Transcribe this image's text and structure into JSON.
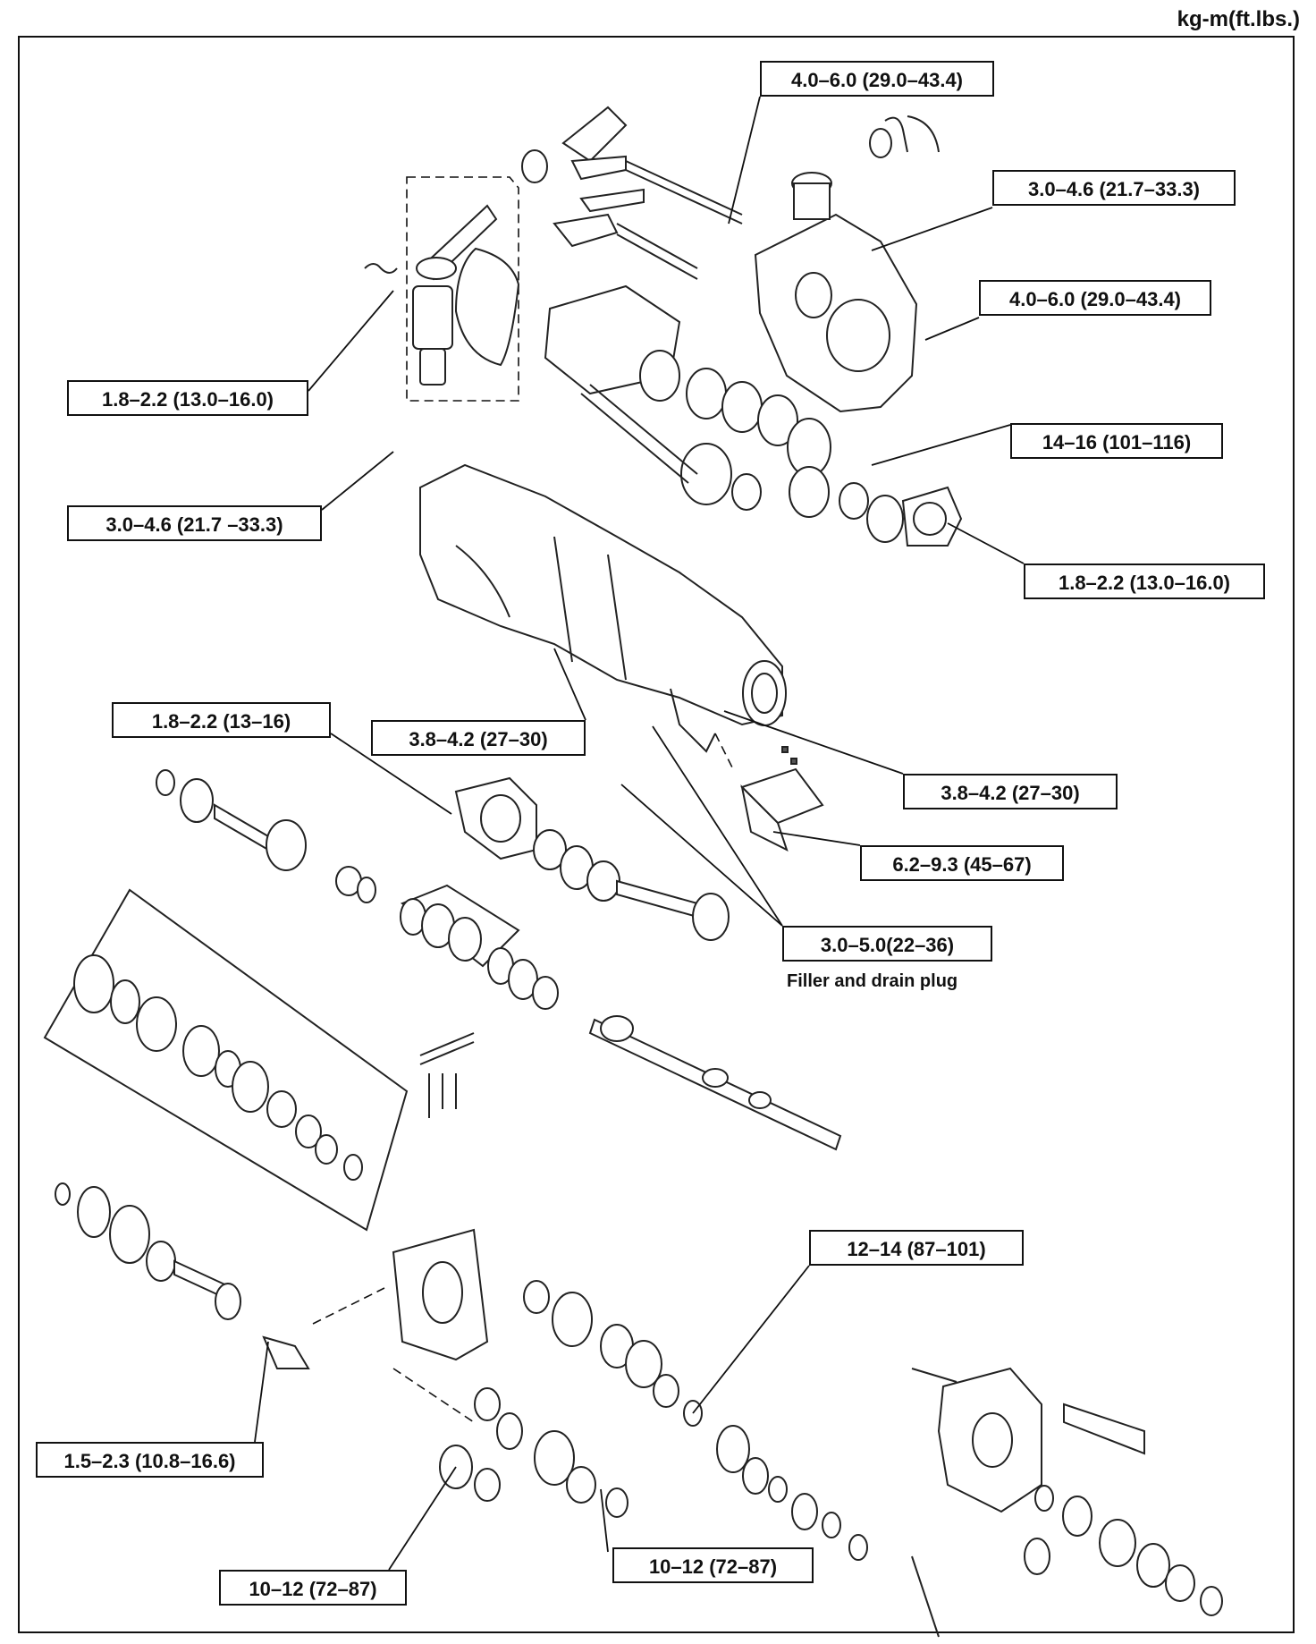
{
  "units": "kg-m(ft.lbs.)",
  "labels": [
    {
      "id": "t01",
      "text": "4.0–6.0 (29.0–43.4)"
    },
    {
      "id": "t02",
      "text": "3.0–4.6 (21.7–33.3)"
    },
    {
      "id": "t03",
      "text": "4.0–6.0 (29.0–43.4)"
    },
    {
      "id": "t04",
      "text": "1.8–2.2 (13.0–16.0)"
    },
    {
      "id": "t05",
      "text": "14–16 (101–116)"
    },
    {
      "id": "t06",
      "text": "3.0–4.6 (21.7 –33.3)"
    },
    {
      "id": "t07",
      "text": "1.8–2.2 (13.0–16.0)"
    },
    {
      "id": "t08",
      "text": "1.8–2.2 (13–16)"
    },
    {
      "id": "t09",
      "text": "3.8–4.2 (27–30)"
    },
    {
      "id": "t10",
      "text": "3.8–4.2 (27–30)"
    },
    {
      "id": "t11",
      "text": "6.2–9.3 (45–67)"
    },
    {
      "id": "t12",
      "text": "3.0–5.0(22–36)"
    },
    {
      "id": "t13",
      "text": "12–14 (87–101)"
    },
    {
      "id": "t14",
      "text": "1.5–2.3 (10.8–16.6)"
    },
    {
      "id": "t15",
      "text": "10–12 (72–87)"
    },
    {
      "id": "t16",
      "text": "10–12 (72–87)"
    }
  ],
  "note": "Filler and drain plug"
}
